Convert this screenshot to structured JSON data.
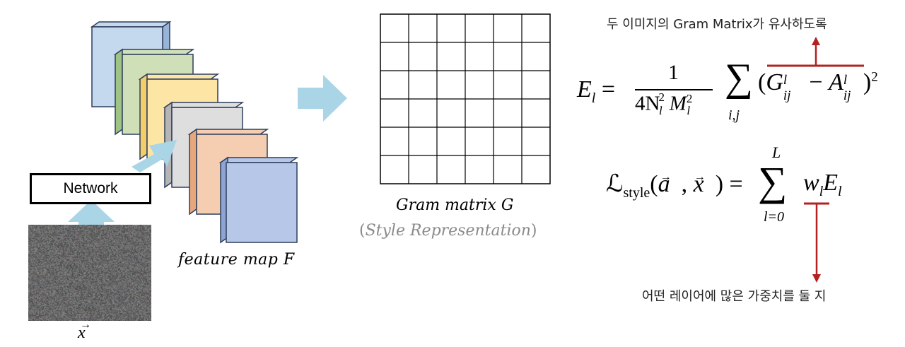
{
  "network_label": "Network",
  "input_label": "x",
  "feature_map_label": "feature map F",
  "gram_label": "Gram matrix G",
  "style_rep_label": "Style Representation",
  "note_top": "두 이미지의 Gram Matrix가 유사하도록",
  "note_bottom": "어떤 레이어에 많은 가중치를 둘 지",
  "colors": {
    "arrow": "#a9d5e6",
    "red": "#b22222",
    "layers": [
      "#c4d8ee",
      "#cfe0b9",
      "#fde5a6",
      "#dedede",
      "#f5cdb0",
      "#b7c7e8"
    ]
  },
  "grid": {
    "rows": 6,
    "cols": 6
  },
  "formula1": {
    "lhs": "E",
    "lhs_sub": "l",
    "numerator": "1",
    "denominator": "4N",
    "sum_sub": "i,j",
    "G": "G",
    "A": "A",
    "exp": "2"
  },
  "formula2": {
    "L": "ℒ",
    "L_sub": "style",
    "args": "(a, x)",
    "eq": "=",
    "sum_top": "L",
    "sum_bottom": "l=0",
    "w": "w",
    "E": "E"
  }
}
